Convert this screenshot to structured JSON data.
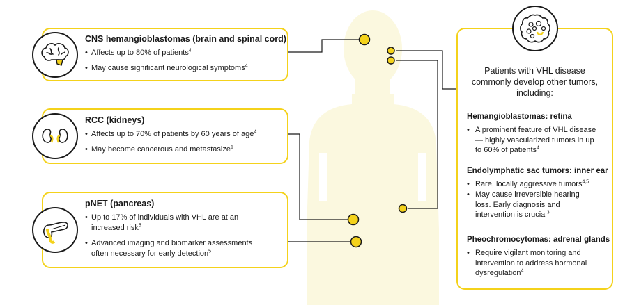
{
  "colors": {
    "accent": "#f4d21b",
    "body": "#fbf8df",
    "line": "#1a1a1a"
  },
  "left_boxes": [
    {
      "icon": "brain-icon",
      "title": "CNS hemangioblastomas (brain and spinal cord)",
      "bullets": [
        {
          "text": "Affects up to 80% of patients",
          "sup": "4"
        },
        {
          "text": "May cause significant neurological symptoms",
          "sup": "4"
        }
      ]
    },
    {
      "icon": "kidneys-icon",
      "title": "RCC (kidneys)",
      "bullets": [
        {
          "text": "Affects up to 70% of patients by 60 years of age",
          "sup": "4"
        },
        {
          "text": "May become cancerous and metastasize",
          "sup": "1"
        }
      ]
    },
    {
      "icon": "pancreas-icon",
      "title": "pNET (pancreas)",
      "bullets": [
        {
          "text": "Up to 17% of individuals with VHL are at an increased risk",
          "sup": "5"
        },
        {
          "text": "Advanced imaging and biomarker assessments often necessary for early detection",
          "sup": "5"
        }
      ]
    }
  ],
  "right_box": {
    "icon": "tumor-cell-icon",
    "intro": "Patients with VHL disease commonly develop other tumors, including:",
    "sections": [
      {
        "title": "Hemangioblastomas: retina",
        "bullets": [
          {
            "text": "A prominent feature of VHL disease— highly vascularized tumors in up to 60% of patients",
            "sup": "4"
          }
        ]
      },
      {
        "title": "Endolymphatic sac tumors: inner ear",
        "bullets": [
          {
            "text": "Rare, locally aggressive tumors",
            "sup": "4,5"
          },
          {
            "text": "May cause irreversible hearing loss. Early diagnosis and intervention is crucial",
            "sup": "3"
          }
        ]
      },
      {
        "title": "Pheochromocytomas: adrenal glands",
        "bullets": [
          {
            "text": "Require vigilant monitoring and intervention to address hormonal dysregulation",
            "sup": "4"
          }
        ]
      }
    ]
  }
}
